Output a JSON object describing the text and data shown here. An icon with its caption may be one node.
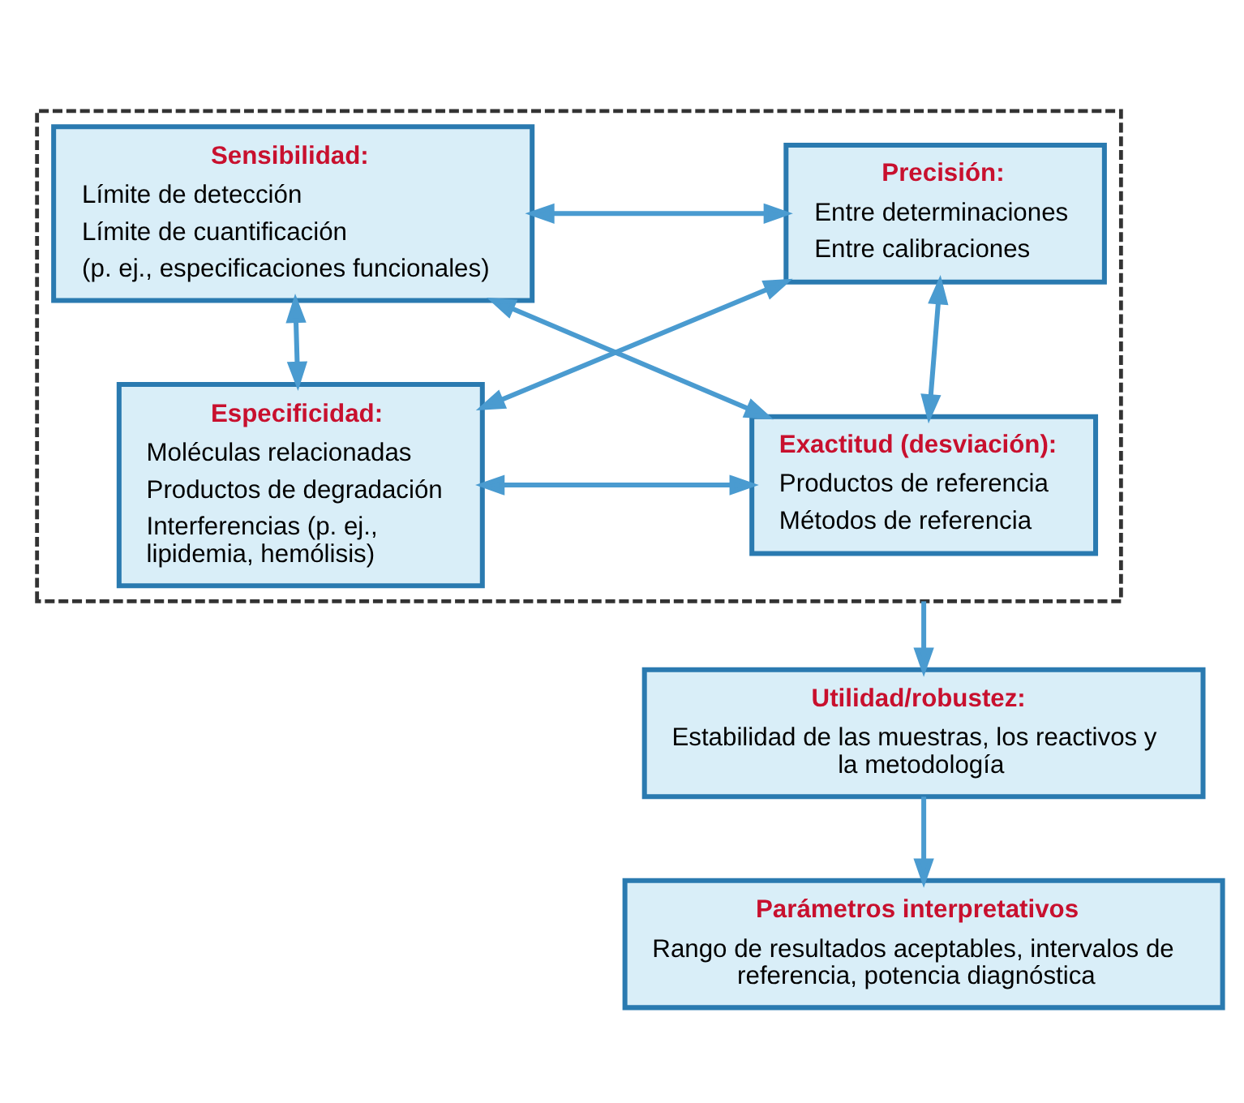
{
  "diagram": {
    "nodes": [
      {
        "text": [],
        "shape": "box"
      },
      {
        "text": [
          "Sensibilidad:",
          "Límite de detección",
          "Límite de cuantificación",
          "(p. ej., especificaciones funcionales)"
        ],
        "in": 0
      },
      {
        "text": [
          "Precisión:",
          "Entre determinaciones",
          "Entre calibraciones"
        ],
        "in": 0
      },
      {
        "text": [
          "Especificidad:",
          "Moléculas relacionadas",
          "Productos de degradación",
          "Interferencias (p. ej., lipidemia, hemólisis)"
        ],
        "in": 0
      },
      {
        "text": [
          "Exactitud (desviación):",
          "Productos de referencia",
          "Métodos de referencia"
        ],
        "in": 0
      },
      {
        "text": [
          "Utilidad/robustez:",
          "Estabilidad de las muestras, los reactivos y la metodología"
        ]
      },
      {
        "text": [
          "Parámetros interpretativos",
          "Rango de resultados aceptables, intervalos de referencia, potencia diagnóstica"
        ]
      }
    ],
    "edges": [
      {
        "from": 1,
        "to": 2,
        "arrow": "both"
      },
      {
        "from": 1,
        "to": 3,
        "arrow": "both"
      },
      {
        "from": 1,
        "to": 4,
        "arrow": "both"
      },
      {
        "from": 2,
        "to": 3,
        "arrow": "both"
      },
      {
        "from": 2,
        "to": 4,
        "arrow": "both"
      },
      {
        "from": 3,
        "to": 4,
        "arrow": "both"
      },
      {
        "from": 0,
        "to": 5,
        "arrow": "to"
      },
      {
        "from": 5,
        "to": 6,
        "arrow": "to"
      }
    ]
  }
}
